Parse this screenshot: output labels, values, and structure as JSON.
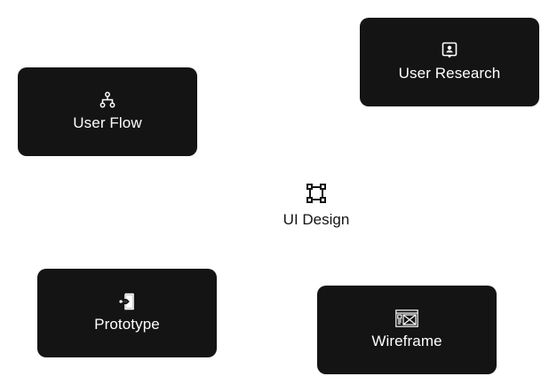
{
  "center": {
    "label": "UI Design",
    "icon": "vector-square-icon"
  },
  "cards": {
    "user_research": {
      "label": "User Research",
      "icon": "user-badge-icon"
    },
    "user_flow": {
      "label": "User Flow",
      "icon": "sitemap-icon"
    },
    "prototype": {
      "label": "Prototype",
      "icon": "enter-door-icon"
    },
    "wireframe": {
      "label": "Wireframe",
      "icon": "wireframe-window-icon"
    }
  },
  "colors": {
    "card_background": "#141414",
    "card_text": "#ffffff",
    "page_background": "#ffffff"
  }
}
